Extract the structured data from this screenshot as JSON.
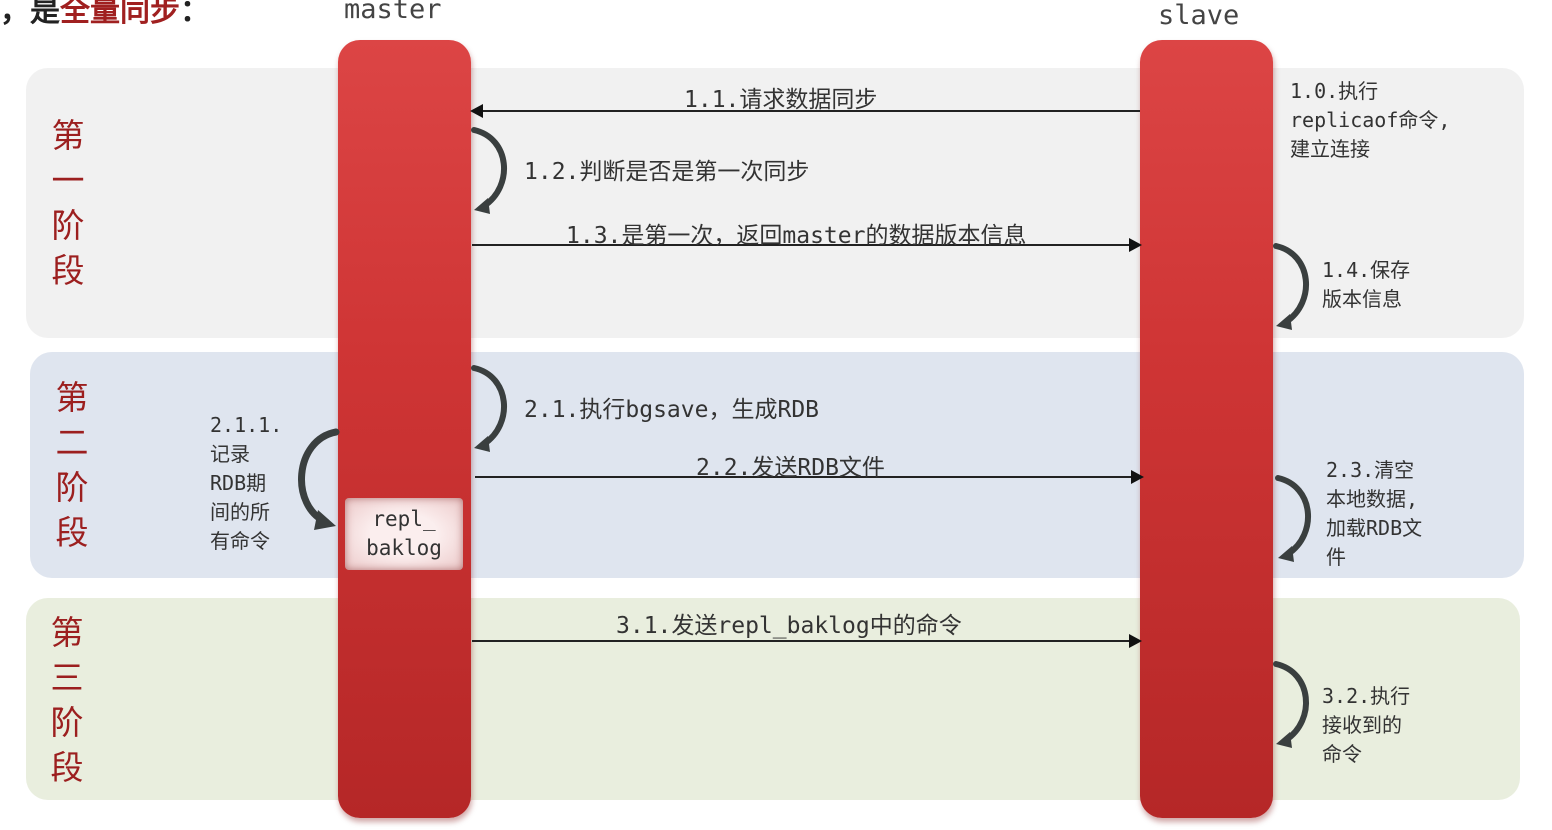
{
  "heading": {
    "prefix": "，是",
    "highlight": "全量同步",
    "suffix": "："
  },
  "actors": {
    "master": "master",
    "slave": "slave"
  },
  "phases": [
    {
      "id": "phase-1",
      "title": [
        "第",
        "一",
        "阶",
        "段"
      ],
      "color": "#f1f1f1"
    },
    {
      "id": "phase-2",
      "title": [
        "第",
        "二",
        "阶",
        "段"
      ],
      "color": "#dfe5ef"
    },
    {
      "id": "phase-3",
      "title": [
        "第",
        "三",
        "阶",
        "段"
      ],
      "color": "#e9eede"
    }
  ],
  "colors": {
    "lifeline": "#cf3535",
    "phase_title": "#9c1f1f",
    "arrow": "#222222"
  },
  "backlog": {
    "line1": "repl_",
    "line2": "baklog"
  },
  "messages": {
    "m1_0": "1.0.执行\nreplicaof命令,\n建立连接",
    "m1_1": "1.1.请求数据同步",
    "m1_2": "1.2.判断是否是第一次同步",
    "m1_3": "1.3.是第一次，返回master的数据版本信息",
    "m1_4": "1.4.保存\n版本信息",
    "m2_1": "2.1.执行bgsave，生成RDB",
    "m2_1_1": "2.1.1.\n记录\nRDB期\n间的所\n有命令",
    "m2_2": "2.2.发送RDB文件",
    "m2_3": "2.3.清空\n本地数据,\n加载RDB文\n件",
    "m3_1": "3.1.发送repl_baklog中的命令",
    "m3_2": "3.2.执行\n接收到的\n命令"
  }
}
